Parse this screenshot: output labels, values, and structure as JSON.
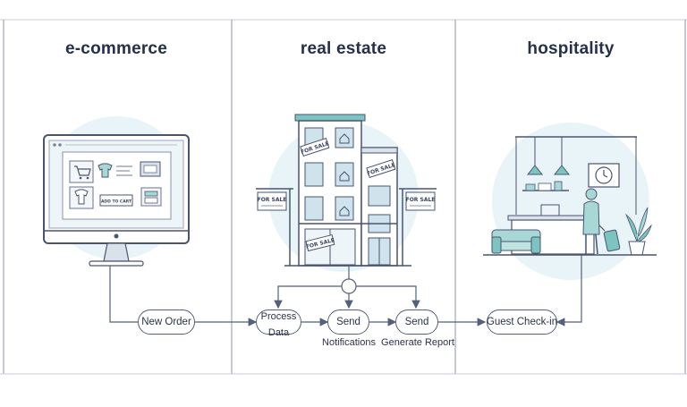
{
  "sections": [
    {
      "id": "ecommerce",
      "title": "e-commerce"
    },
    {
      "id": "real_estate",
      "title": "real estate"
    },
    {
      "id": "hospitality",
      "title": "hospitality"
    }
  ],
  "signs": {
    "for_sale": "FOR SALE",
    "add_to_cart": "ADD TO CART"
  },
  "flow": {
    "new_order": "New Order",
    "process_data_line1": "Process",
    "process_data_line2": "Data",
    "send_notifications_node": "Send",
    "send_notifications_caption": "Notifications",
    "send_report_node": "Send",
    "send_report_caption": "Generate Report",
    "guest_checkin": "Guest Check-in"
  },
  "colors": {
    "line": "#55607a",
    "accent_teal": "#a8d8d5",
    "accent_light": "#e4f1f6",
    "building_top": "#7cc4c0"
  },
  "icons": [
    "monitor-icon",
    "shopping-cart-icon",
    "tshirt-icon",
    "office-building-icon",
    "hotel-lobby-icon",
    "clock-icon",
    "plant-icon",
    "luggage-icon",
    "sofa-icon"
  ]
}
